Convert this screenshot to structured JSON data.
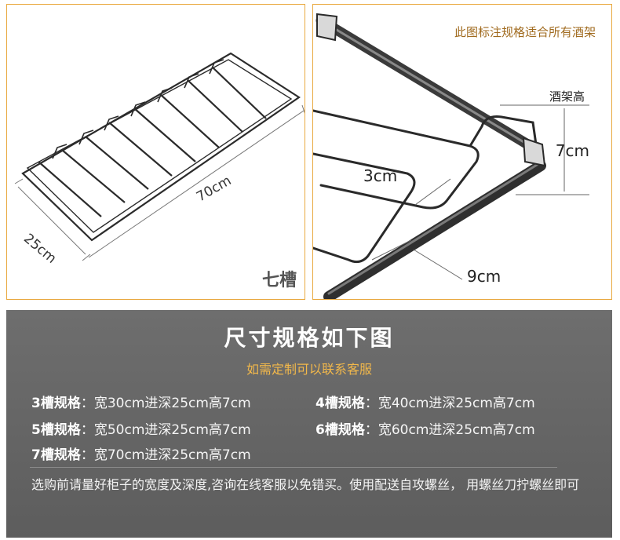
{
  "left_panel": {
    "dim_depth": "25cm",
    "dim_width": "70cm",
    "slots_label": "七槽"
  },
  "right_panel": {
    "note": "此图标注规格适合所有酒架",
    "height_label": "酒架高",
    "height_value": "7cm",
    "slot_width": "3cm",
    "spacing": "9cm"
  },
  "spec": {
    "title": "尺寸规格如下图",
    "subtitle": "如需定制可以联系客服",
    "rows": [
      {
        "name": "3槽规格",
        "sep": "：",
        "value": "宽30cm进深25cm高7cm"
      },
      {
        "name": "4槽规格",
        "sep": "：",
        "value": "宽40cm进深25cm高7cm"
      },
      {
        "name": "5槽规格",
        "sep": "：",
        "value": "宽50cm进深25cm高7cm"
      },
      {
        "name": "6槽规格",
        "sep": "：",
        "value": "宽60cm进深25cm高7cm"
      },
      {
        "name": "7槽规格",
        "sep": "：",
        "value": "宽70cm进深25cm高7cm"
      }
    ],
    "note": "选购前请量好柜子的宽度及深度,咨询在线客服以免错买。使用配送自攻螺丝， 用螺丝刀拧螺丝即可"
  },
  "colors": {
    "border": "#e9a940",
    "accent": "#f2b84b",
    "band": "#636363"
  }
}
